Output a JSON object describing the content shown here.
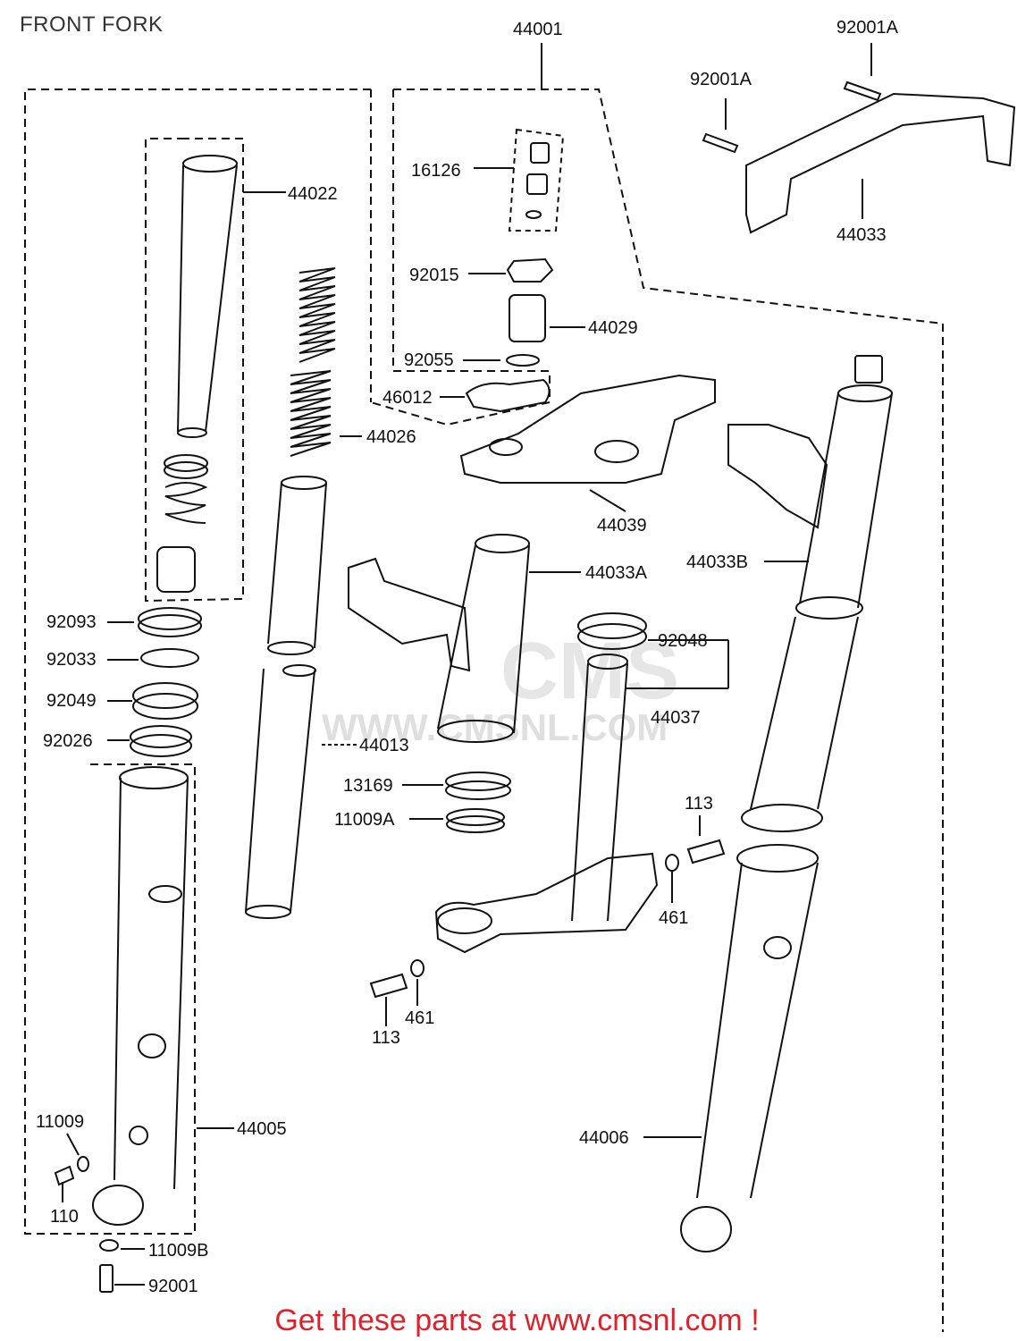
{
  "header": {
    "title": "FRONT FORK"
  },
  "watermark": {
    "logo_text": "CMS",
    "url_text": "WWW.CMSNL.COM"
  },
  "footer": {
    "text": "Get these parts at www.cmsnl.com !"
  },
  "labels": {
    "p44001": "44001",
    "p92001A_top": "92001A",
    "p92001A": "92001A",
    "p16126": "16126",
    "p44022": "44022",
    "p44033": "44033",
    "p92015": "92015",
    "p44029": "44029",
    "p92055": "92055",
    "p46012": "46012",
    "p44026": "44026",
    "p44039": "44039",
    "p44033B": "44033B",
    "p44033A": "44033A",
    "p92093": "92093",
    "p92048": "92048",
    "p92033": "92033",
    "p44037": "44037",
    "p92049": "92049",
    "p92026": "92026",
    "p44013": "44013",
    "p13169": "13169",
    "p11009A": "11009A",
    "p113_right": "113",
    "p461_right": "461",
    "p461_left": "461",
    "p113_left": "113",
    "p11009": "11009",
    "p44005": "44005",
    "p44006": "44006",
    "p110": "110",
    "p11009B": "11009B",
    "p92001": "92001"
  },
  "colors": {
    "footer": "#e0202a",
    "line": "#111111"
  }
}
